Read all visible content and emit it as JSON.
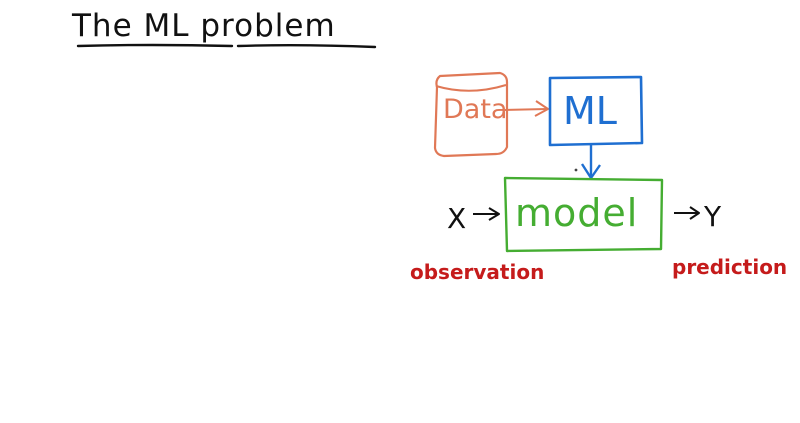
{
  "title": "The ML problem",
  "nodes": {
    "data": "Data",
    "ml": "ML",
    "model": "model"
  },
  "inputs": {
    "x": "X",
    "y": "Y"
  },
  "annotations": {
    "observation": "observation",
    "prediction": "prediction"
  },
  "colors": {
    "ink": "#111111",
    "data": "#e07856",
    "ml": "#1f6fd1",
    "model": "#45ad32",
    "annotation": "#c51b1b"
  }
}
